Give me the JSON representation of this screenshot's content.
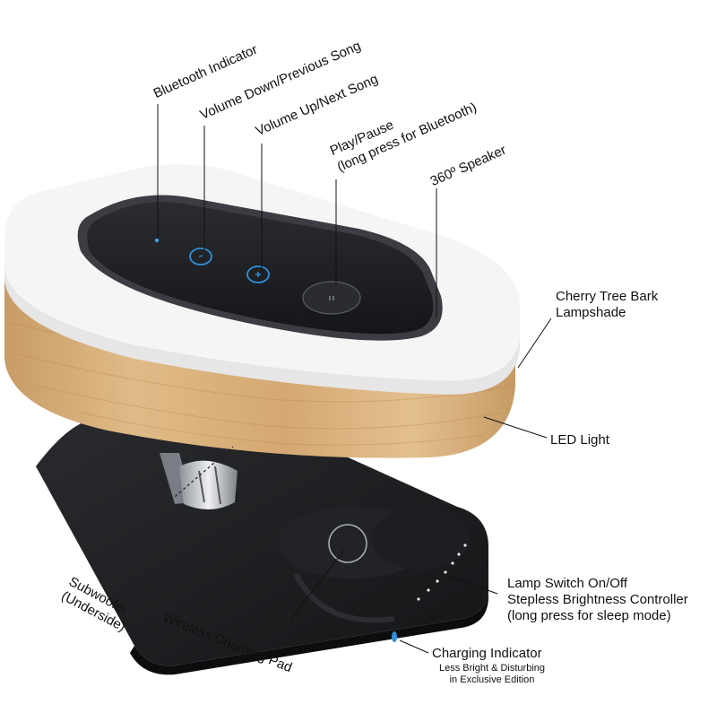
{
  "labels": {
    "bluetooth_indicator": "Bluetooth Indicator",
    "volume_down": "Volume Down/Previous Song",
    "volume_up": "Volume Up/Next Song",
    "play_pause_line1": "Play/Pause",
    "play_pause_line2": "(long press for Bluetooth)",
    "speaker_360": "360º Speaker",
    "lampshade_line1": "Cherry Tree Bark",
    "lampshade_line2": "Lampshade",
    "led_light": "LED Light",
    "subwoofer_line1": "Subwoofer",
    "subwoofer_line2": "(Underside)",
    "wireless_pad": "Wireless Charging Pad",
    "lamp_switch_line1": "Lamp Switch On/Off",
    "lamp_switch_line2": "Stepless Brightness Controller",
    "lamp_switch_line3": "(long press for sleep mode)",
    "charging_indicator": "Charging Indicator",
    "charging_note_line1": "Less Bright & Disturbing",
    "charging_note_line2": "in Exclusive Edition"
  },
  "colors": {
    "wood": "#d8b27f",
    "wood_dark": "#b98c58",
    "top_white": "#f4f4f4",
    "panel": "#1e2024",
    "base": "#1b1c1f",
    "led_blue": "#2f8fd8",
    "metal": "#c9ccd0"
  }
}
